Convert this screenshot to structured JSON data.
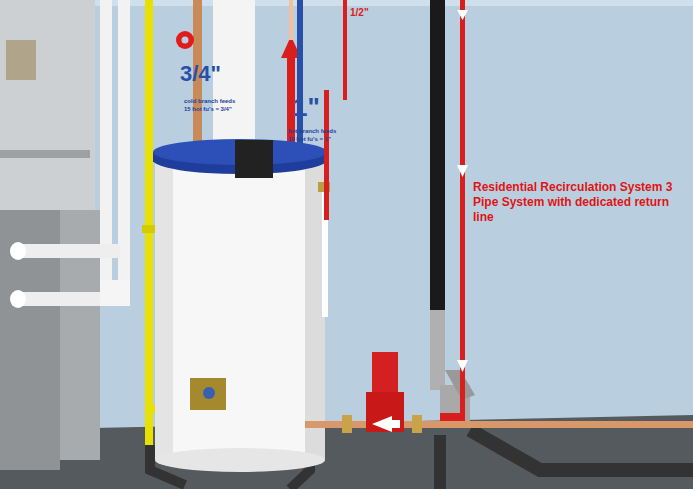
{
  "diagram": {
    "title": "Residential Recirculation System 3 Pipe System with dedicated return line",
    "labels": [
      "3/4\"",
      "cold branch feeds",
      "15 hot fu's = 3/4\"",
      "1\"",
      "hot branch feeds",
      "19 hot fu's = 1\"",
      "1/2\""
    ]
  }
}
